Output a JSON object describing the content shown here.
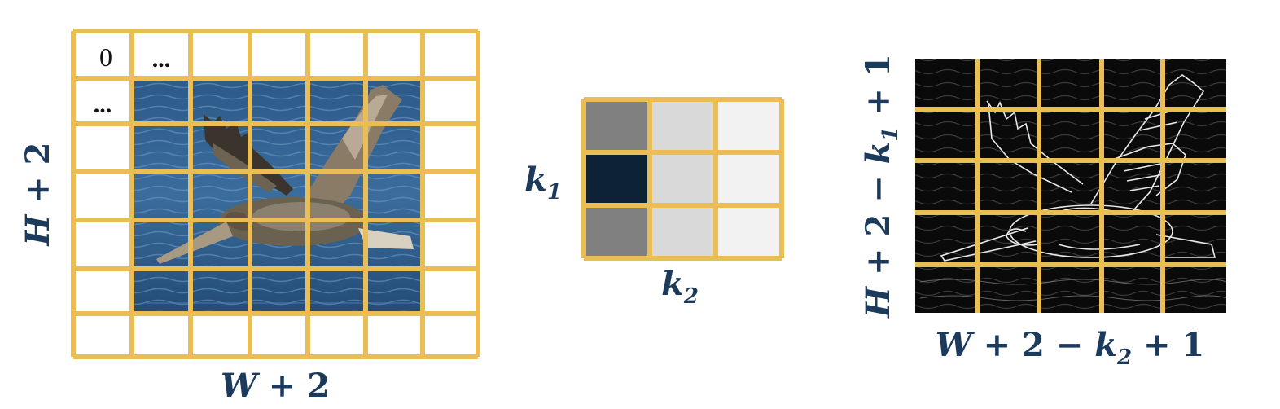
{
  "padded_input": {
    "cell_zero": "0",
    "cell_dots_top": "...",
    "cell_dots_left": "...",
    "label_bottom": {
      "var": "W",
      "rest": " + 2"
    },
    "label_side": {
      "var": "H",
      "rest": " + 2"
    }
  },
  "kernel": {
    "label_rows": {
      "var": "k",
      "sub": "1"
    },
    "label_cols": {
      "var": "k",
      "sub": "2"
    },
    "cells": [
      [
        "#808080",
        "#d9d9d9",
        "#f2f2f2"
      ],
      [
        "#0d2235",
        "#d9d9d9",
        "#f2f2f2"
      ],
      [
        "#808080",
        "#d9d9d9",
        "#f2f2f2"
      ]
    ]
  },
  "output": {
    "label_bottom": {
      "a": "W",
      "b": " + 2 − ",
      "c": "k",
      "sub": "2",
      "d": " + 1"
    },
    "label_side": {
      "a": "H",
      "b": " + 2 − ",
      "c": "k",
      "sub": "1",
      "d": " + 1"
    }
  },
  "colors": {
    "grid": "#eabd55",
    "label": "#1b3a5c",
    "water": "#2f5f8e",
    "output_bg": "#0a0a0a"
  }
}
